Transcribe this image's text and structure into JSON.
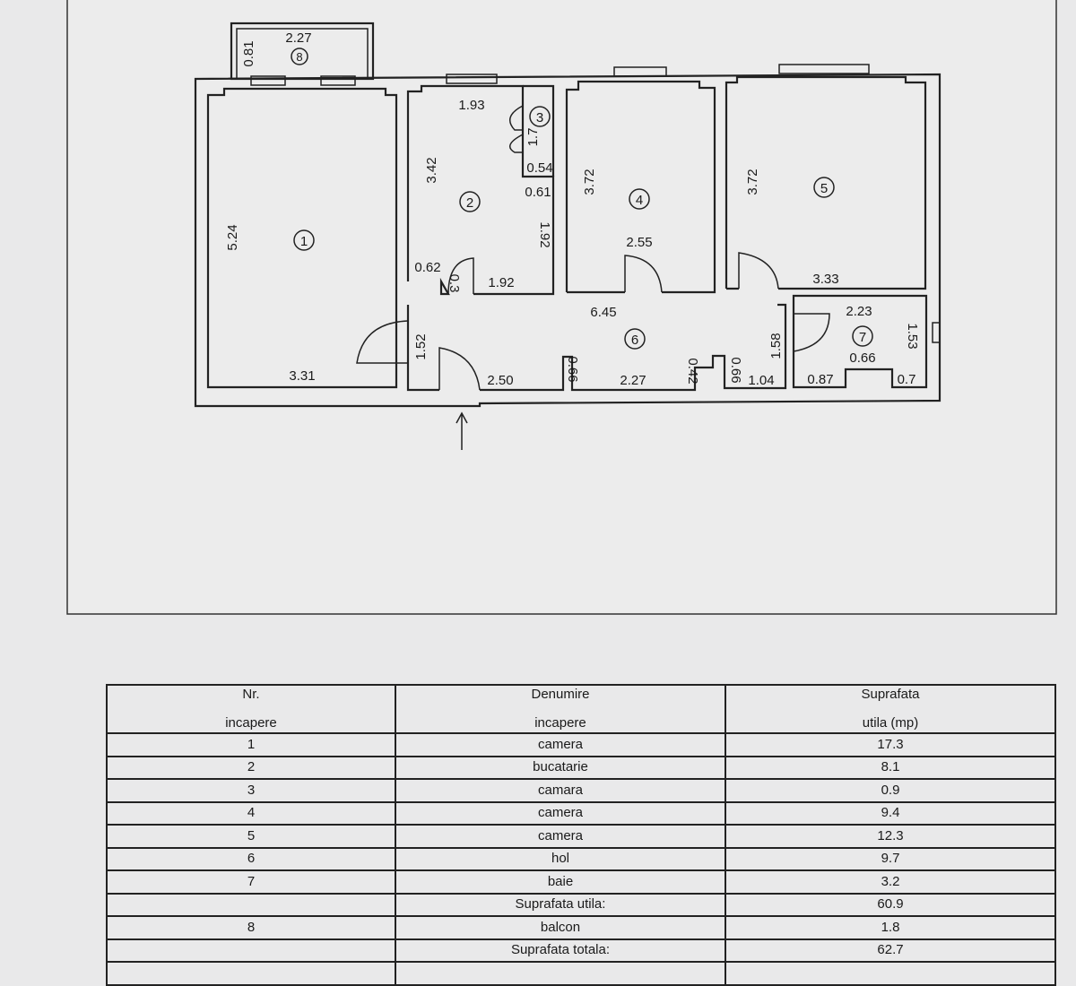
{
  "plan": {
    "rooms": [
      {
        "number": "1"
      },
      {
        "number": "2"
      },
      {
        "number": "3"
      },
      {
        "number": "4"
      },
      {
        "number": "5"
      },
      {
        "number": "6"
      },
      {
        "number": "7"
      },
      {
        "number": "8"
      }
    ],
    "dimensions": {
      "balcony_w": "2.27",
      "balcony_h": "0.81",
      "r1_h": "5.24",
      "r1_w": "3.31",
      "r2_top": "1.93",
      "r2_h": "3.42",
      "r2_right": "1.92",
      "r2_bottom": "1.92",
      "r2_step_w": "0.62",
      "r2_step_h": "0.3",
      "r3_h": "1.7",
      "r3_w": "0.54",
      "r3_gap": "0.61",
      "r4_h": "3.72",
      "r4_w": "2.55",
      "r5_h": "3.72",
      "r5_w": "3.33",
      "hall_w": "6.45",
      "hall_h": "1.52",
      "hall_entry": "2.50",
      "hall_n1": "0.66",
      "hall_mid": "2.27",
      "hall_n2": "0.42",
      "hall_n3": "0.66",
      "hall_right": "1.04",
      "hall_door_h": "1.58",
      "bath_w": "2.23",
      "bath_h": "1.53",
      "bath_niche": "0.66",
      "bath_left": "0.87",
      "bath_right": "0.7"
    }
  },
  "table": {
    "headers": [
      [
        "Nr.",
        "incapere"
      ],
      [
        "Denumire",
        "incapere"
      ],
      [
        "Suprafata",
        "utila (mp)"
      ]
    ],
    "rows": [
      {
        "nr": "1",
        "name": "camera",
        "area": "17.3"
      },
      {
        "nr": "2",
        "name": "bucatarie",
        "area": "8.1"
      },
      {
        "nr": "3",
        "name": "camara",
        "area": "0.9"
      },
      {
        "nr": "4",
        "name": "camera",
        "area": "9.4"
      },
      {
        "nr": "5",
        "name": "camera",
        "area": "12.3"
      },
      {
        "nr": "6",
        "name": "hol",
        "area": "9.7"
      },
      {
        "nr": "7",
        "name": "baie",
        "area": "3.2"
      },
      {
        "nr": "",
        "name": "Suprafata utila:",
        "area": "60.9"
      },
      {
        "nr": "8",
        "name": "balcon",
        "area": "1.8"
      },
      {
        "nr": "",
        "name": "Suprafata totala:",
        "area": "62.7"
      }
    ]
  }
}
